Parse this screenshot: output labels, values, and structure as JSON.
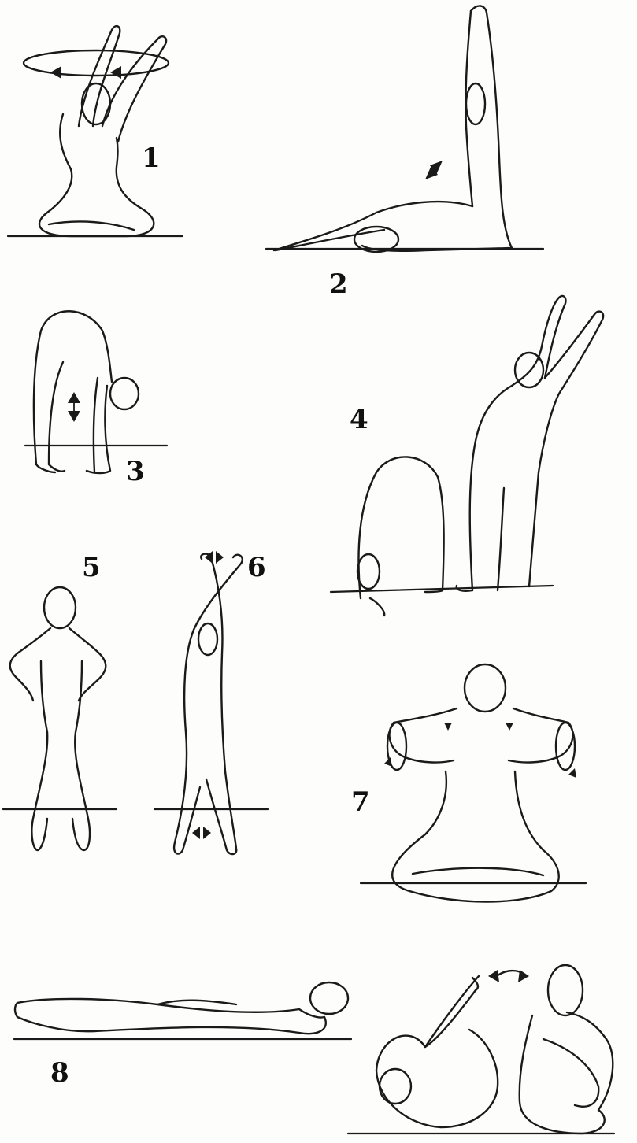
{
  "exercises": [
    {
      "number": "1"
    },
    {
      "number": "2"
    },
    {
      "number": "3"
    },
    {
      "number": "4"
    },
    {
      "number": "5"
    },
    {
      "number": "6"
    },
    {
      "number": "7"
    },
    {
      "number": "8"
    }
  ]
}
